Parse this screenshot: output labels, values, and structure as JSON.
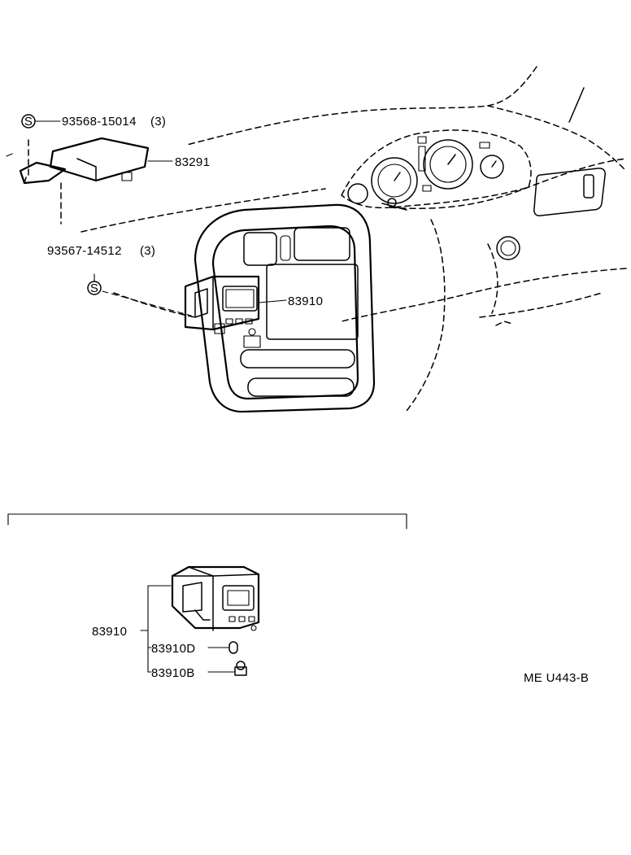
{
  "parts": {
    "screw_top": {
      "symbol": "S",
      "part_no": "93568-15014",
      "qty": "(3)"
    },
    "computer_unit": {
      "part_no": "83291"
    },
    "screw_mid": {
      "symbol": "S",
      "part_no": "93567-14512",
      "qty": "(3)"
    },
    "clock_panel": {
      "part_no": "83910"
    }
  },
  "detail": {
    "assembly": {
      "part_no": "83910"
    },
    "bulb": {
      "part_no": "83910D"
    },
    "socket": {
      "part_no": "83910B"
    }
  },
  "diagram_code": "ME U443-B"
}
